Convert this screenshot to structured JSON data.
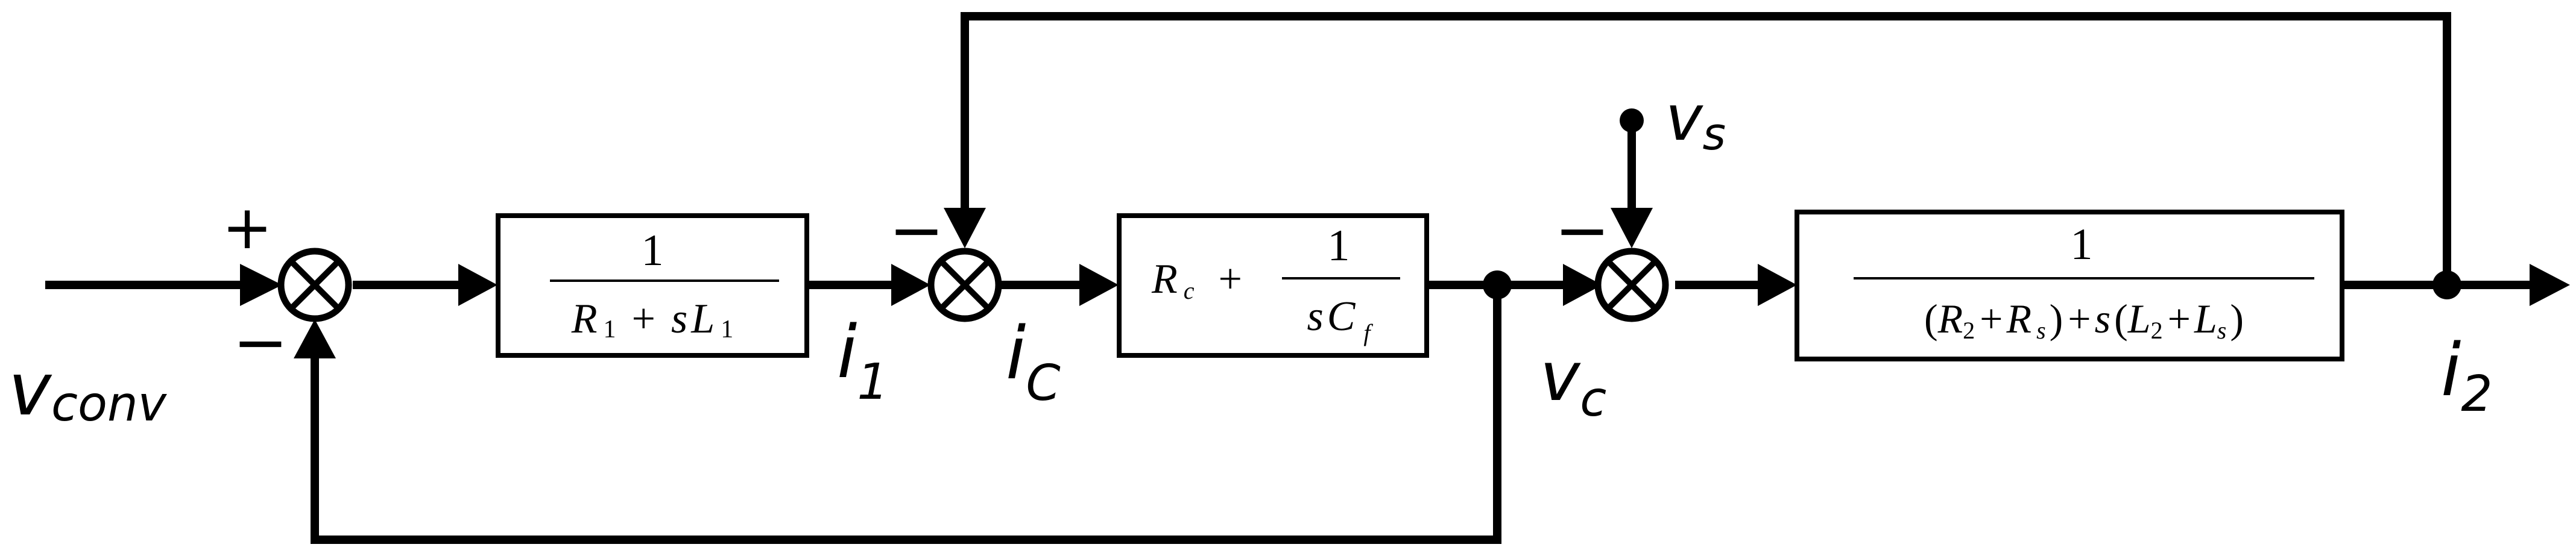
{
  "signals": {
    "v_conv": {
      "main": "v",
      "sub": "conv"
    },
    "i_1": {
      "main": "i",
      "sub": "1"
    },
    "i_C": {
      "main": "i",
      "sub": "C"
    },
    "v_c": {
      "main": "v",
      "sub": "c"
    },
    "v_s": {
      "main": "v",
      "sub": "s"
    },
    "i_2": {
      "main": "i",
      "sub": "2"
    }
  },
  "summing_junctions": {
    "sum1": {
      "plus_sign": "+",
      "minus_sign": "−"
    },
    "sum2": {
      "minus_sign": "−"
    },
    "sum3": {
      "minus_sign": "−"
    }
  },
  "blocks": {
    "block1": {
      "numerator": "1",
      "den": {
        "R": "R",
        "R_sub": "1",
        "plus": "+",
        "s": "s",
        "L": "L",
        "L_sub": "1"
      }
    },
    "block2": {
      "R": "R",
      "R_sub": "c",
      "plus": "+",
      "numerator": "1",
      "den": {
        "s": "s",
        "C": "C",
        "C_sub": "f"
      }
    },
    "block3": {
      "numerator": "1",
      "den": {
        "open1": "(",
        "R2": "R",
        "R2_sub": "2",
        "plus1": "+",
        "Rs": "R",
        "Rs_sub": "s",
        "close1": ")",
        "plus2": "+",
        "s": "s",
        "open2": "(",
        "L2": "L",
        "L2_sub": "2",
        "plus3": "+",
        "Ls": "L",
        "Ls_sub": "s",
        "close2": ")"
      }
    }
  }
}
